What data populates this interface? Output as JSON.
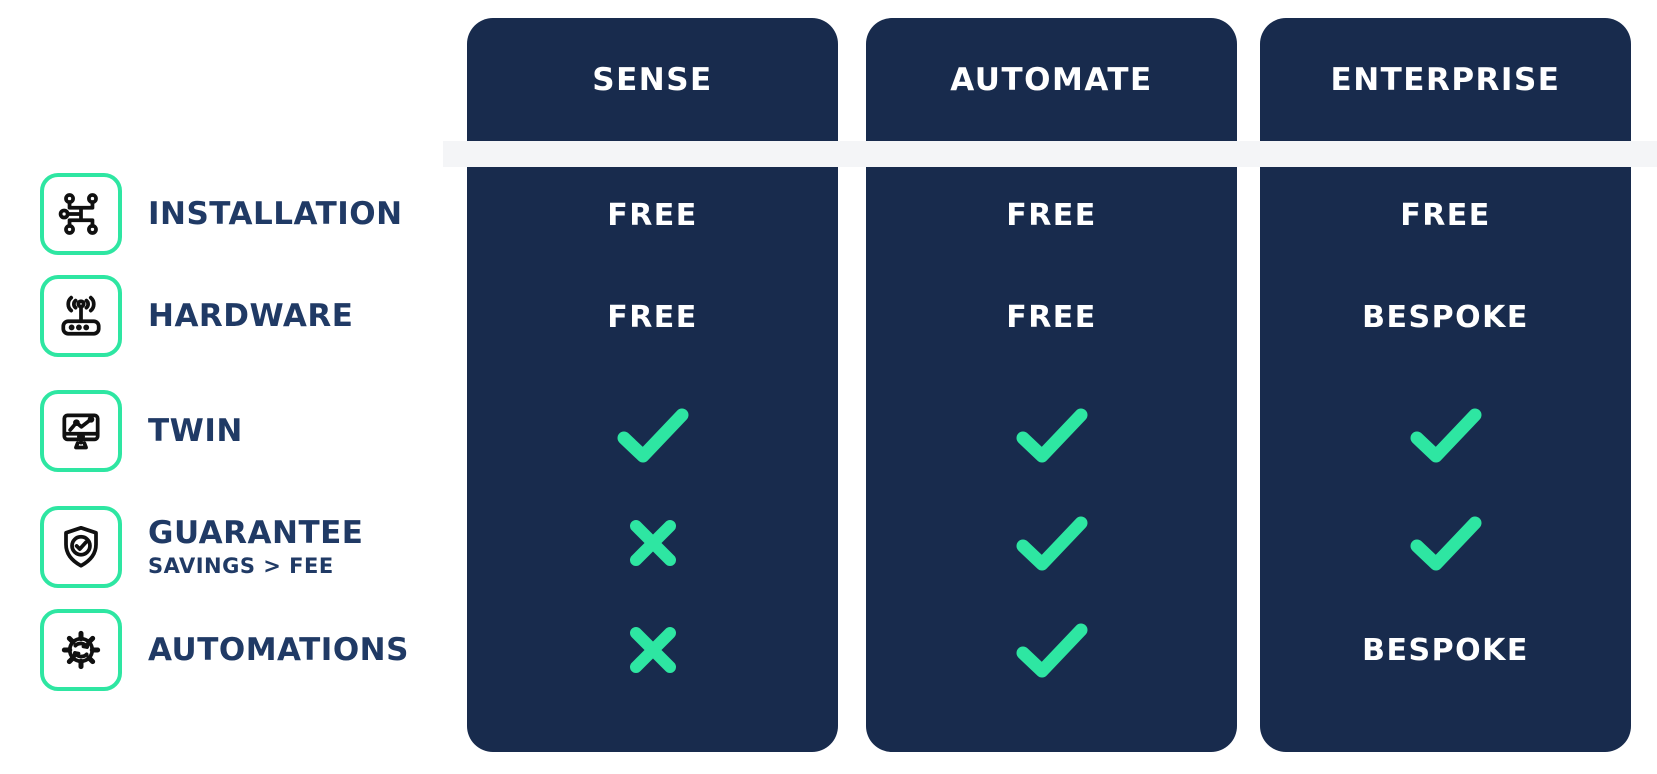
{
  "table": {
    "columns": [
      {
        "name": "SENSE",
        "cells": [
          "FREE",
          "FREE",
          "check",
          "cross",
          "cross"
        ]
      },
      {
        "name": "AUTOMATE",
        "cells": [
          "FREE",
          "FREE",
          "check",
          "check",
          "check"
        ]
      },
      {
        "name": "ENTERPRISE",
        "cells": [
          "FREE",
          "BESPOKE",
          "check",
          "check",
          "BESPOKE"
        ]
      }
    ],
    "rows": [
      {
        "label": "INSTALLATION",
        "sublabel": "",
        "icon": "circuit-nodes-icon"
      },
      {
        "label": "HARDWARE",
        "sublabel": "",
        "icon": "router-icon"
      },
      {
        "label": "TWIN",
        "sublabel": "",
        "icon": "monitor-chart-icon"
      },
      {
        "label": "GUARANTEE",
        "sublabel": "SAVINGS > FEE",
        "icon": "shield-check-icon"
      },
      {
        "label": "AUTOMATIONS",
        "sublabel": "",
        "icon": "gear-sync-icon"
      }
    ]
  },
  "colors": {
    "navy": "#182B4D",
    "green": "#2EE6A2",
    "band": "#F4F5F7",
    "label_navy": "#203A65",
    "icon_stroke": "#101010"
  }
}
